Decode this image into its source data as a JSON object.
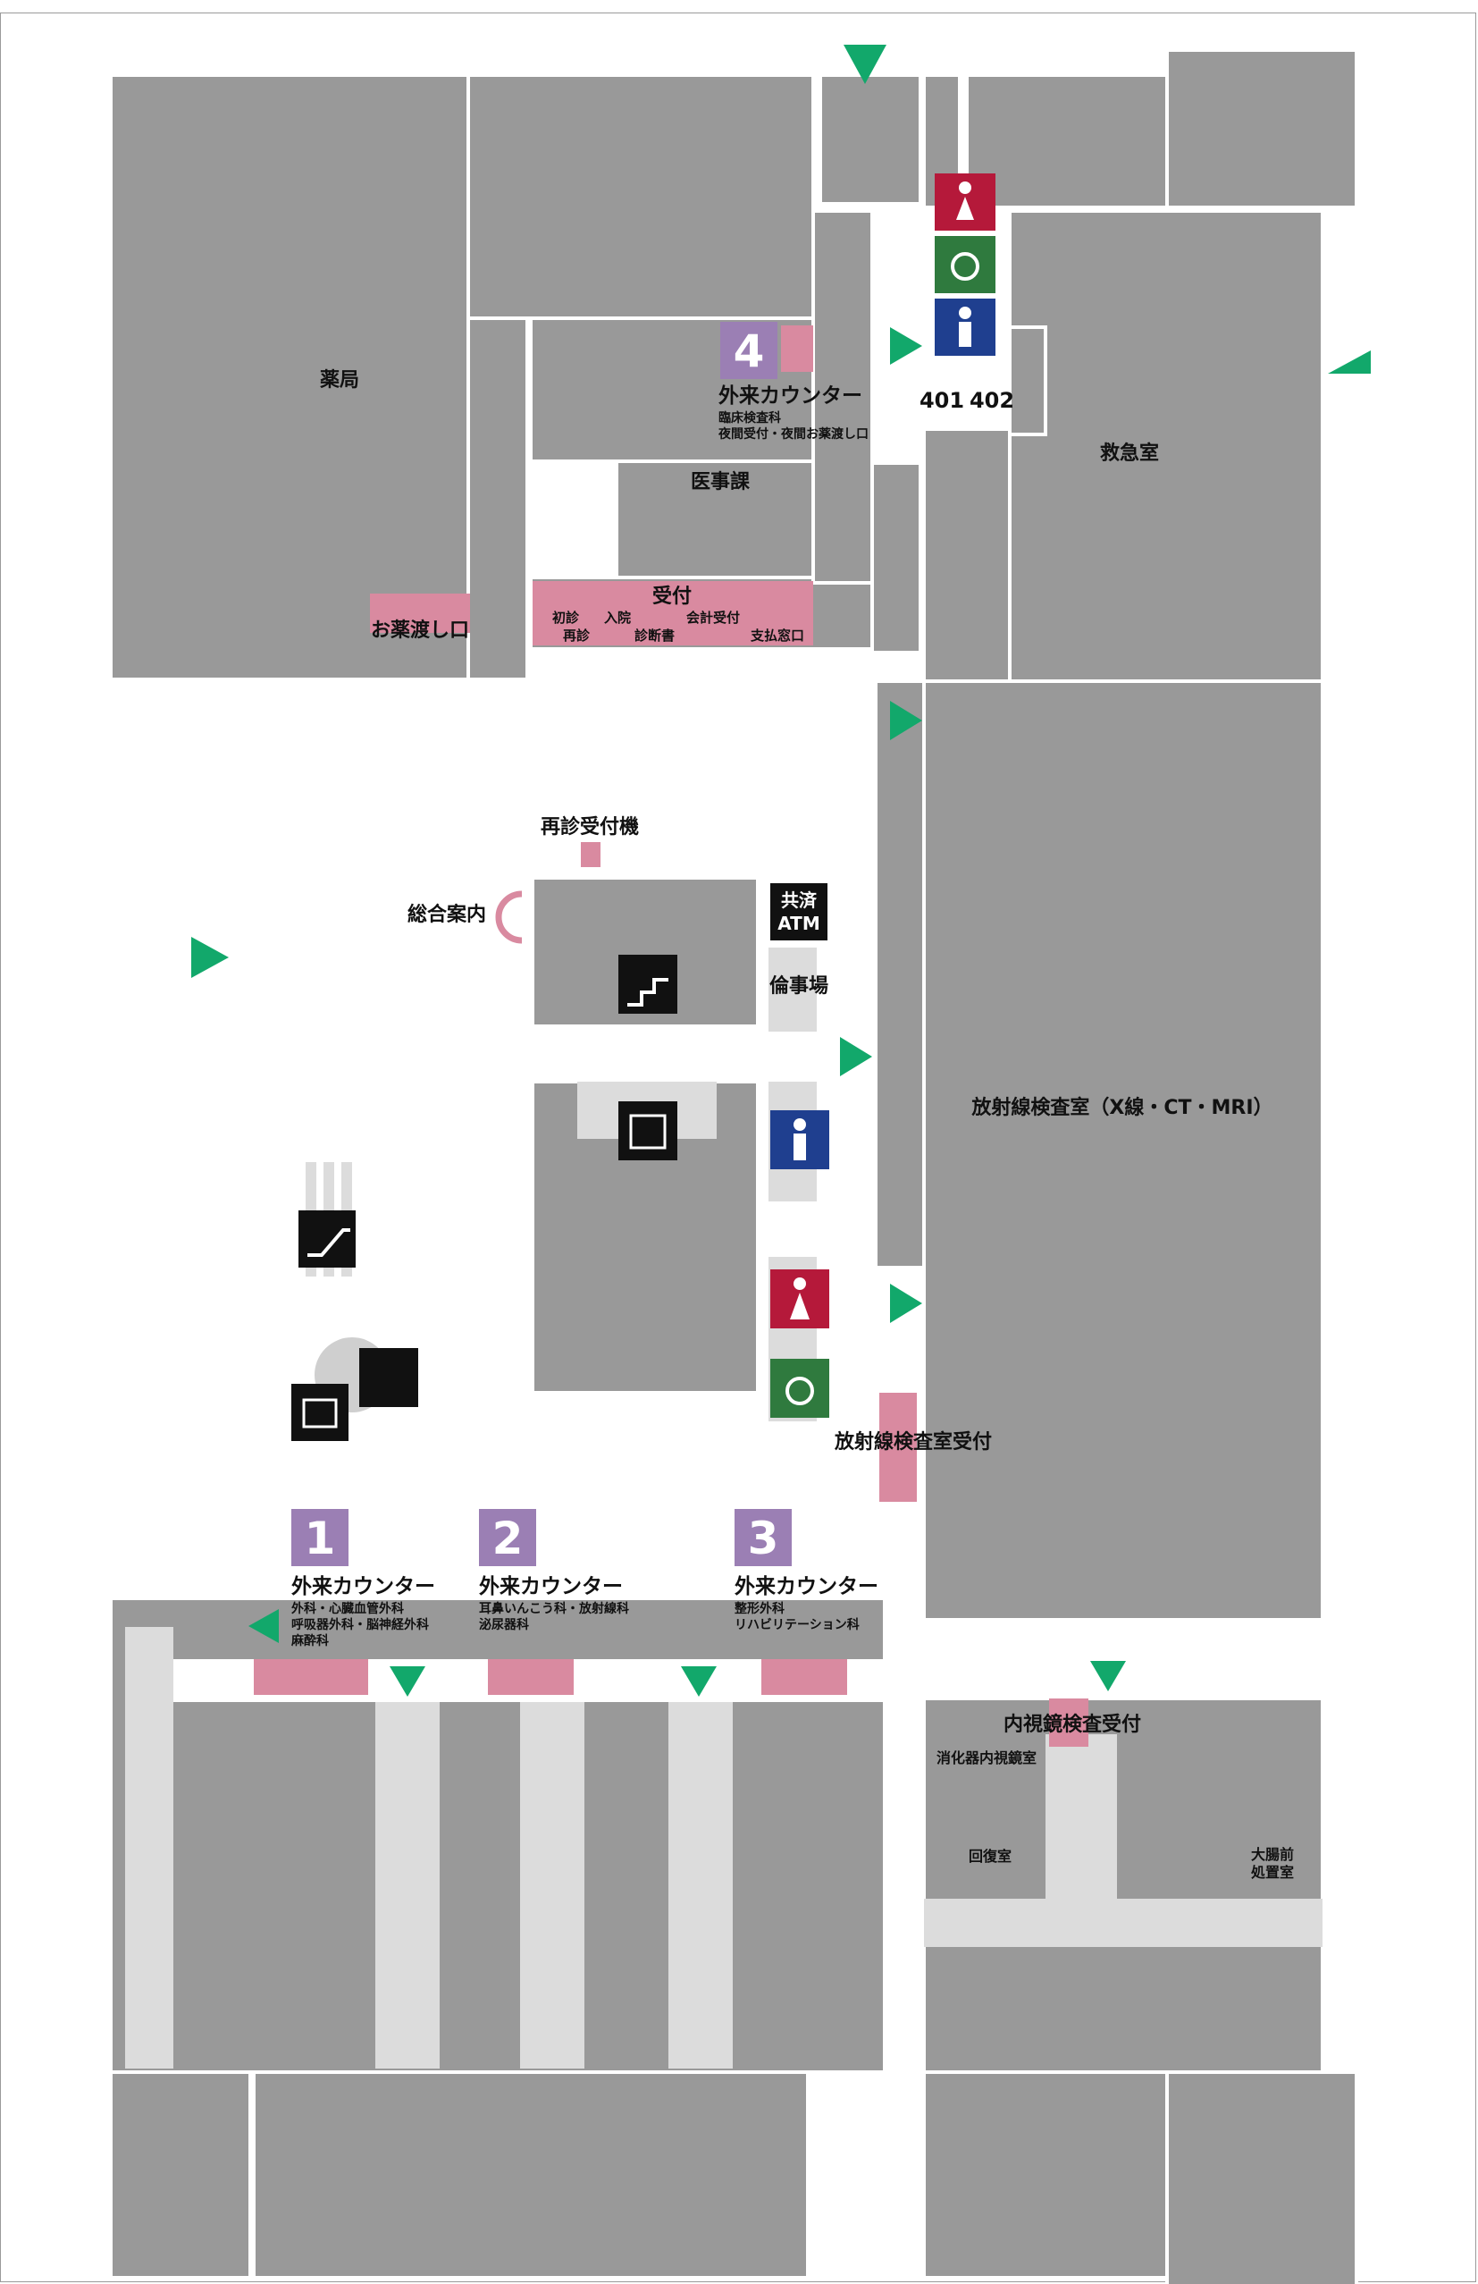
{
  "counters": [
    {
      "num": "1",
      "title": "外来カウンター",
      "depts": [
        "外科・心臓血管外科",
        "呼吸器外科・脳神経外科",
        "麻酔科"
      ]
    },
    {
      "num": "2",
      "title": "外来カウンター",
      "depts": [
        "耳鼻いんこう科・放射線科",
        "泌尿器科"
      ]
    },
    {
      "num": "3",
      "title": "外来カウンター",
      "depts": [
        "整形外科",
        "リハビリテーション科"
      ]
    },
    {
      "num": "4",
      "title": "外来カウンター",
      "depts": [
        "臨床検査科",
        "夜間受付・夜間お薬渡し口"
      ]
    }
  ],
  "rooms": {
    "pharmacy": "薬局",
    "medical_affairs": "医事課",
    "emergency": "救急室",
    "radiology": "放射線検査室（X線・CT・MRI）",
    "radiology_reception": "放射線検査室受付",
    "endoscopy_reception": "内視鏡検査受付",
    "digestive_endoscopy": "消化器内視鏡室",
    "recovery": "回復室",
    "colon_prep": [
      "大腸前",
      "処置室"
    ],
    "room_401": "401",
    "room_402": "402",
    "disaster_storage": "倫事場"
  },
  "reception": {
    "title": "受付",
    "items": [
      "初診",
      "入院",
      "会計受付",
      "再診",
      "診断書",
      "支払窓口"
    ]
  },
  "medicine_window": "お薬渡し口",
  "revisit_machine": "再診受付機",
  "general_info": "総合案内",
  "atm": {
    "line1": "共済",
    "line2": "ATM"
  },
  "colors": {
    "room": "#999999",
    "corridor": "#ffffff",
    "light": "#dcdcdc",
    "counter": "#d98aa0",
    "number_badge": "#9b7fb4",
    "entrance_arrow": "#12a86b",
    "restroom_male": "#1f3f8f",
    "restroom_female": "#b5193a",
    "accessible": "#2f7a3e"
  },
  "icons": [
    "male-restroom-icon",
    "female-restroom-icon",
    "wheelchair-icon",
    "stairs-icon",
    "elevator-icon",
    "escalator-icon",
    "telephone-icon",
    "mailbox-icon",
    "entrance-arrow-icon"
  ]
}
